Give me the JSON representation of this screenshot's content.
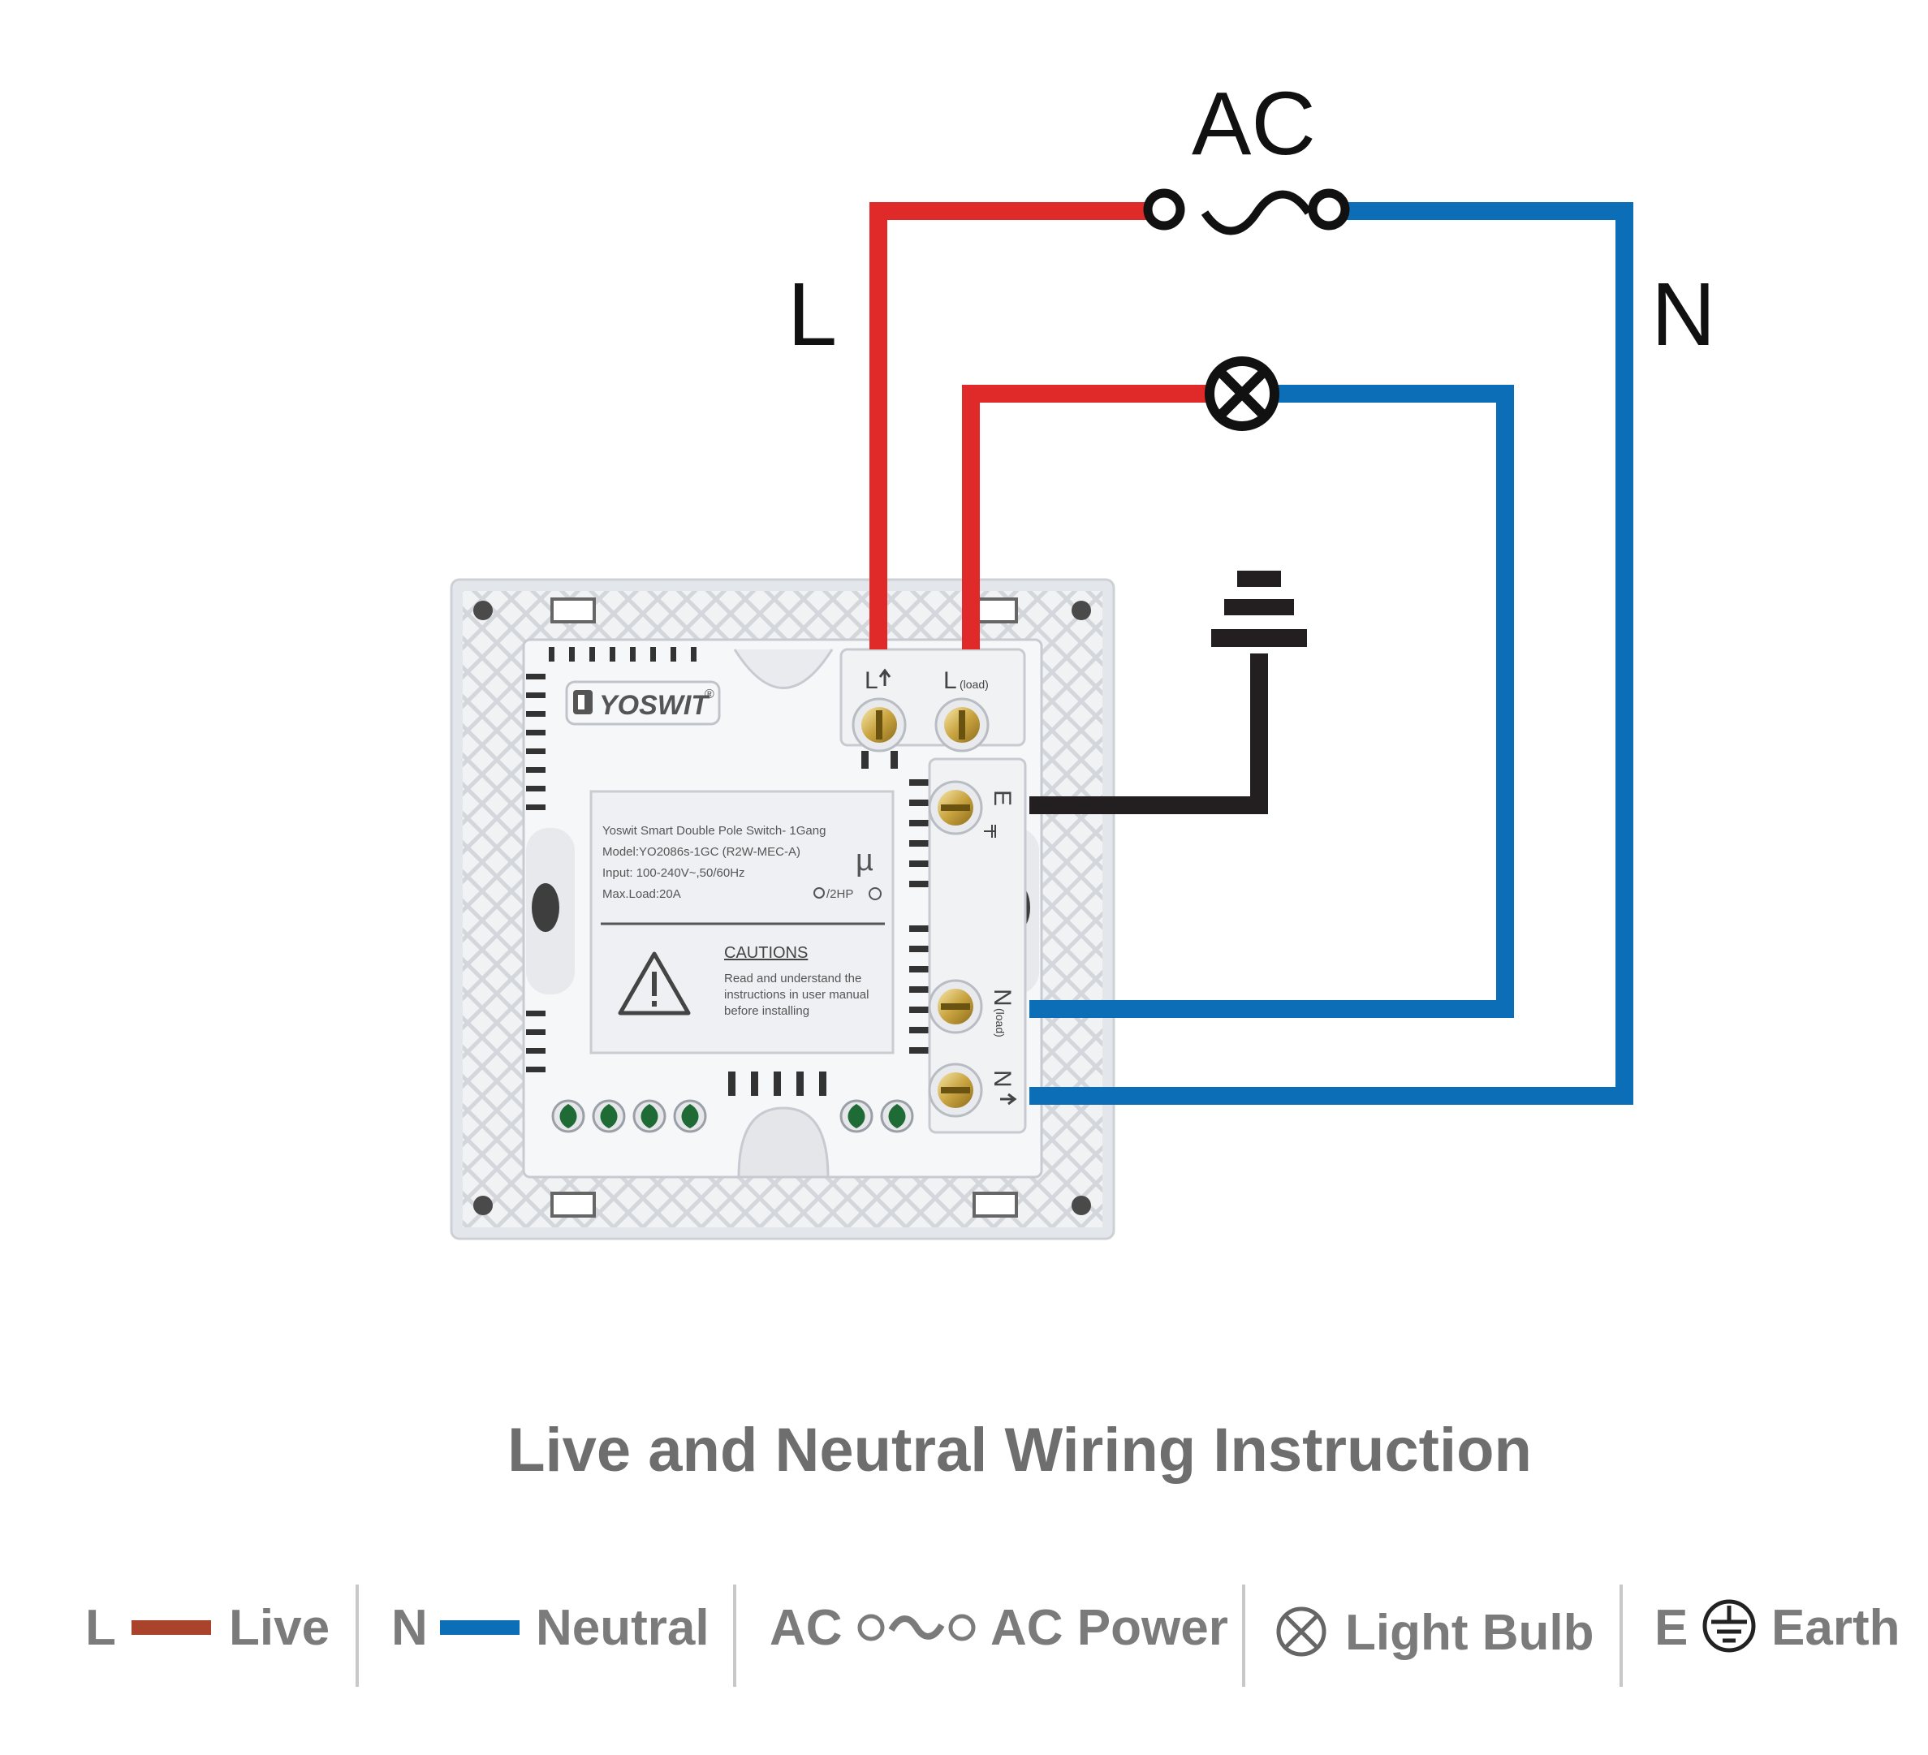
{
  "diagram": {
    "ac_label": "AC",
    "live_label": "L",
    "neutral_label": "N",
    "colors": {
      "live_wire": "#e02a2a",
      "neutral_wire": "#0d6eb8",
      "earth_wire": "#231f20",
      "legend_live": "#a9432c",
      "legend_neutral": "#0d6eb8"
    }
  },
  "device": {
    "brand": "YOSWIT",
    "brand_mark": "®",
    "plate": {
      "line1": "Yoswit Smart Double Pole Switch- 1Gang",
      "line2": "Model:YO2086s-1GC (R2W-MEC-A)",
      "line3": "Input: 100-240V~,50/60Hz",
      "line4": "Max.Load:20A",
      "rating": "/2HP",
      "mu": "µ",
      "caution_title": "CAUTIONS",
      "caution_line1": "Read and understand the",
      "caution_line2": "instructions in user manual",
      "caution_line3": "before installing"
    },
    "terminals": {
      "l_in": "L",
      "l_load": "L",
      "l_load_sub": "(load)",
      "earth": "E",
      "n_load": "N",
      "n_load_sub": "(load)",
      "n_in": "N"
    }
  },
  "caption": "Live and Neutral Wiring Instruction",
  "legend": [
    {
      "symbol": "L",
      "text": "Live",
      "icon": "live-wire-swatch"
    },
    {
      "symbol": "N",
      "text": "Neutral",
      "icon": "neutral-wire-swatch"
    },
    {
      "symbol": "AC",
      "text": "AC Power",
      "icon": "ac-power-symbol"
    },
    {
      "symbol": "",
      "text": "Light Bulb",
      "icon": "light-bulb-icon"
    },
    {
      "symbol": "E",
      "text": "Earth",
      "icon": "earth-icon"
    }
  ]
}
